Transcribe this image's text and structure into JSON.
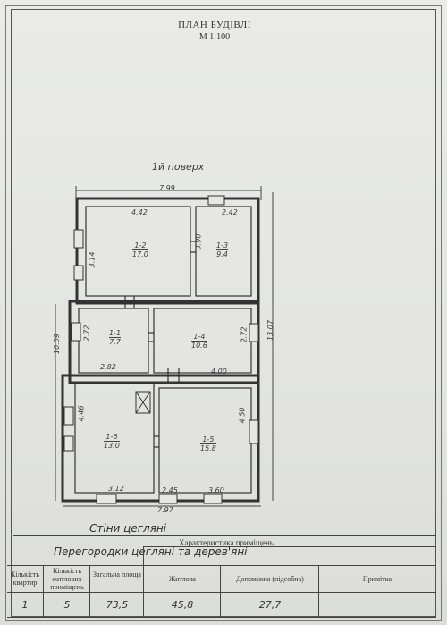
{
  "header": {
    "title": "ПЛАН БУДІВЛІ",
    "scale": "М 1:100"
  },
  "floor": {
    "label": "1й поверх"
  },
  "dimensions": {
    "top_total": "7.99",
    "bottom_total": "7.97",
    "left_total": "10.09",
    "right_total": "13.07",
    "r12_width": "4.42",
    "r12_height": "3.14",
    "r13_width": "2.42",
    "r13_height": "3.90",
    "r11_height": "2.72",
    "r11_width": "2.82",
    "r14_height": "2.72",
    "r14_width": "4.00",
    "r16_height": "4.46",
    "r16_width": "3.12",
    "r15_height": "4.50",
    "r15_bottom_a": "2.45",
    "r15_bottom_b": "3.60"
  },
  "rooms": [
    {
      "id": "1-2",
      "area": "17.0"
    },
    {
      "id": "1-3",
      "area": "9.4"
    },
    {
      "id": "1-1",
      "area": "7.7"
    },
    {
      "id": "1-4",
      "area": "10.6"
    },
    {
      "id": "1-6",
      "area": "13.0"
    },
    {
      "id": "1-5",
      "area": "15.8"
    }
  ],
  "notes": {
    "walls": "Стіни цегляні",
    "partitions": "Перегородки цегляні та дерев'яні"
  },
  "table": {
    "title": "Характеристика приміщень",
    "headers": [
      "Кількість квартир",
      "Кількість житлових приміщень",
      "Загальна площа",
      "Житлова",
      "Допоміжна (підсобна)",
      "Примітка"
    ],
    "rows": [
      {
        "apartments": "1",
        "rooms": "5",
        "total": "73,5",
        "living": "45,8",
        "auxiliary": "27,7",
        "note": ""
      }
    ]
  }
}
